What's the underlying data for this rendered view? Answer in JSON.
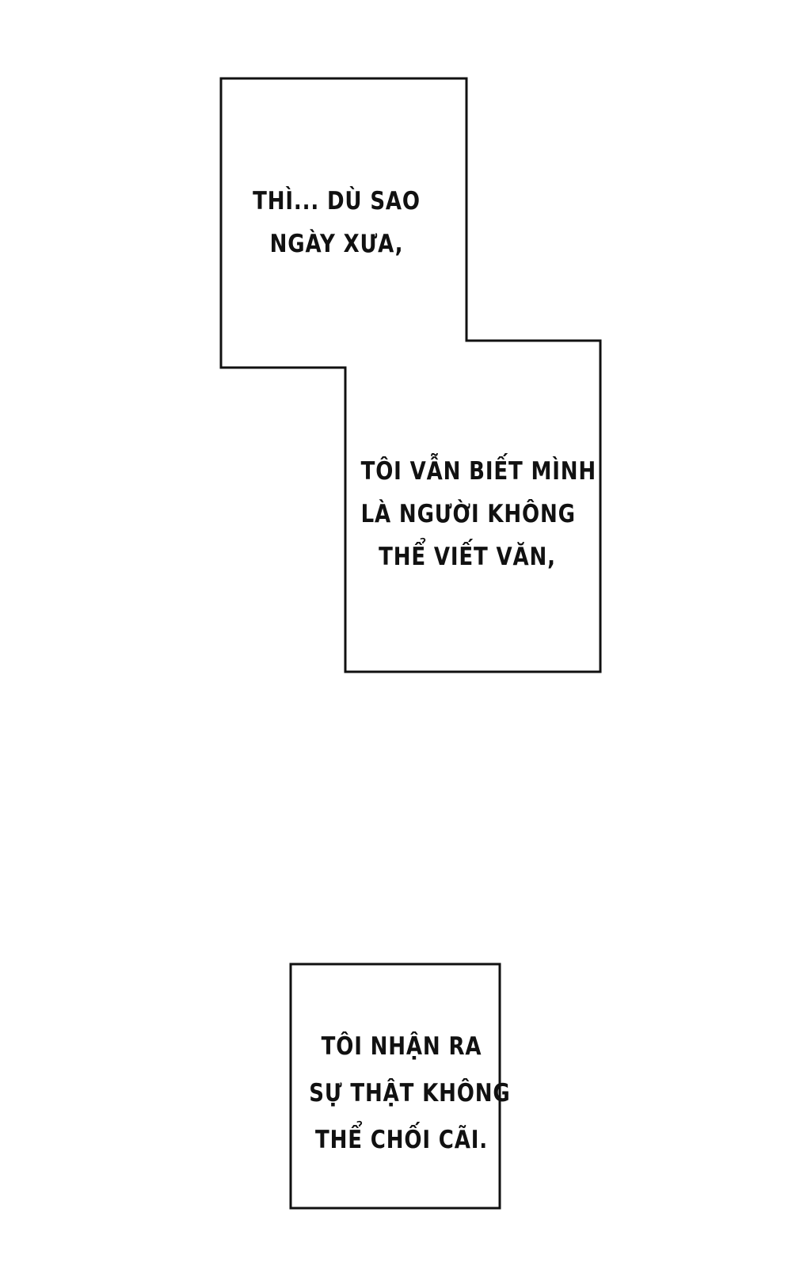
{
  "panels": [
    {
      "id": "panel-1",
      "caption_lines": [
        "THÌ... DÙ SAO",
        "NGÀY XƯA,"
      ]
    },
    {
      "id": "panel-2",
      "caption_lines": [
        "TÔI VẪN BIẾT MÌNH",
        "LÀ NGƯỜI KHÔNG",
        "THỂ VIẾT VĂN,"
      ]
    },
    {
      "id": "panel-3",
      "caption_lines": [
        "TÔI NHẬN RA",
        "SỰ THẬT KHÔNG",
        "THỂ CHỐI CÃI."
      ]
    }
  ],
  "colors": {
    "background": "#ffffff",
    "border": "#111111",
    "text": "#111111"
  }
}
